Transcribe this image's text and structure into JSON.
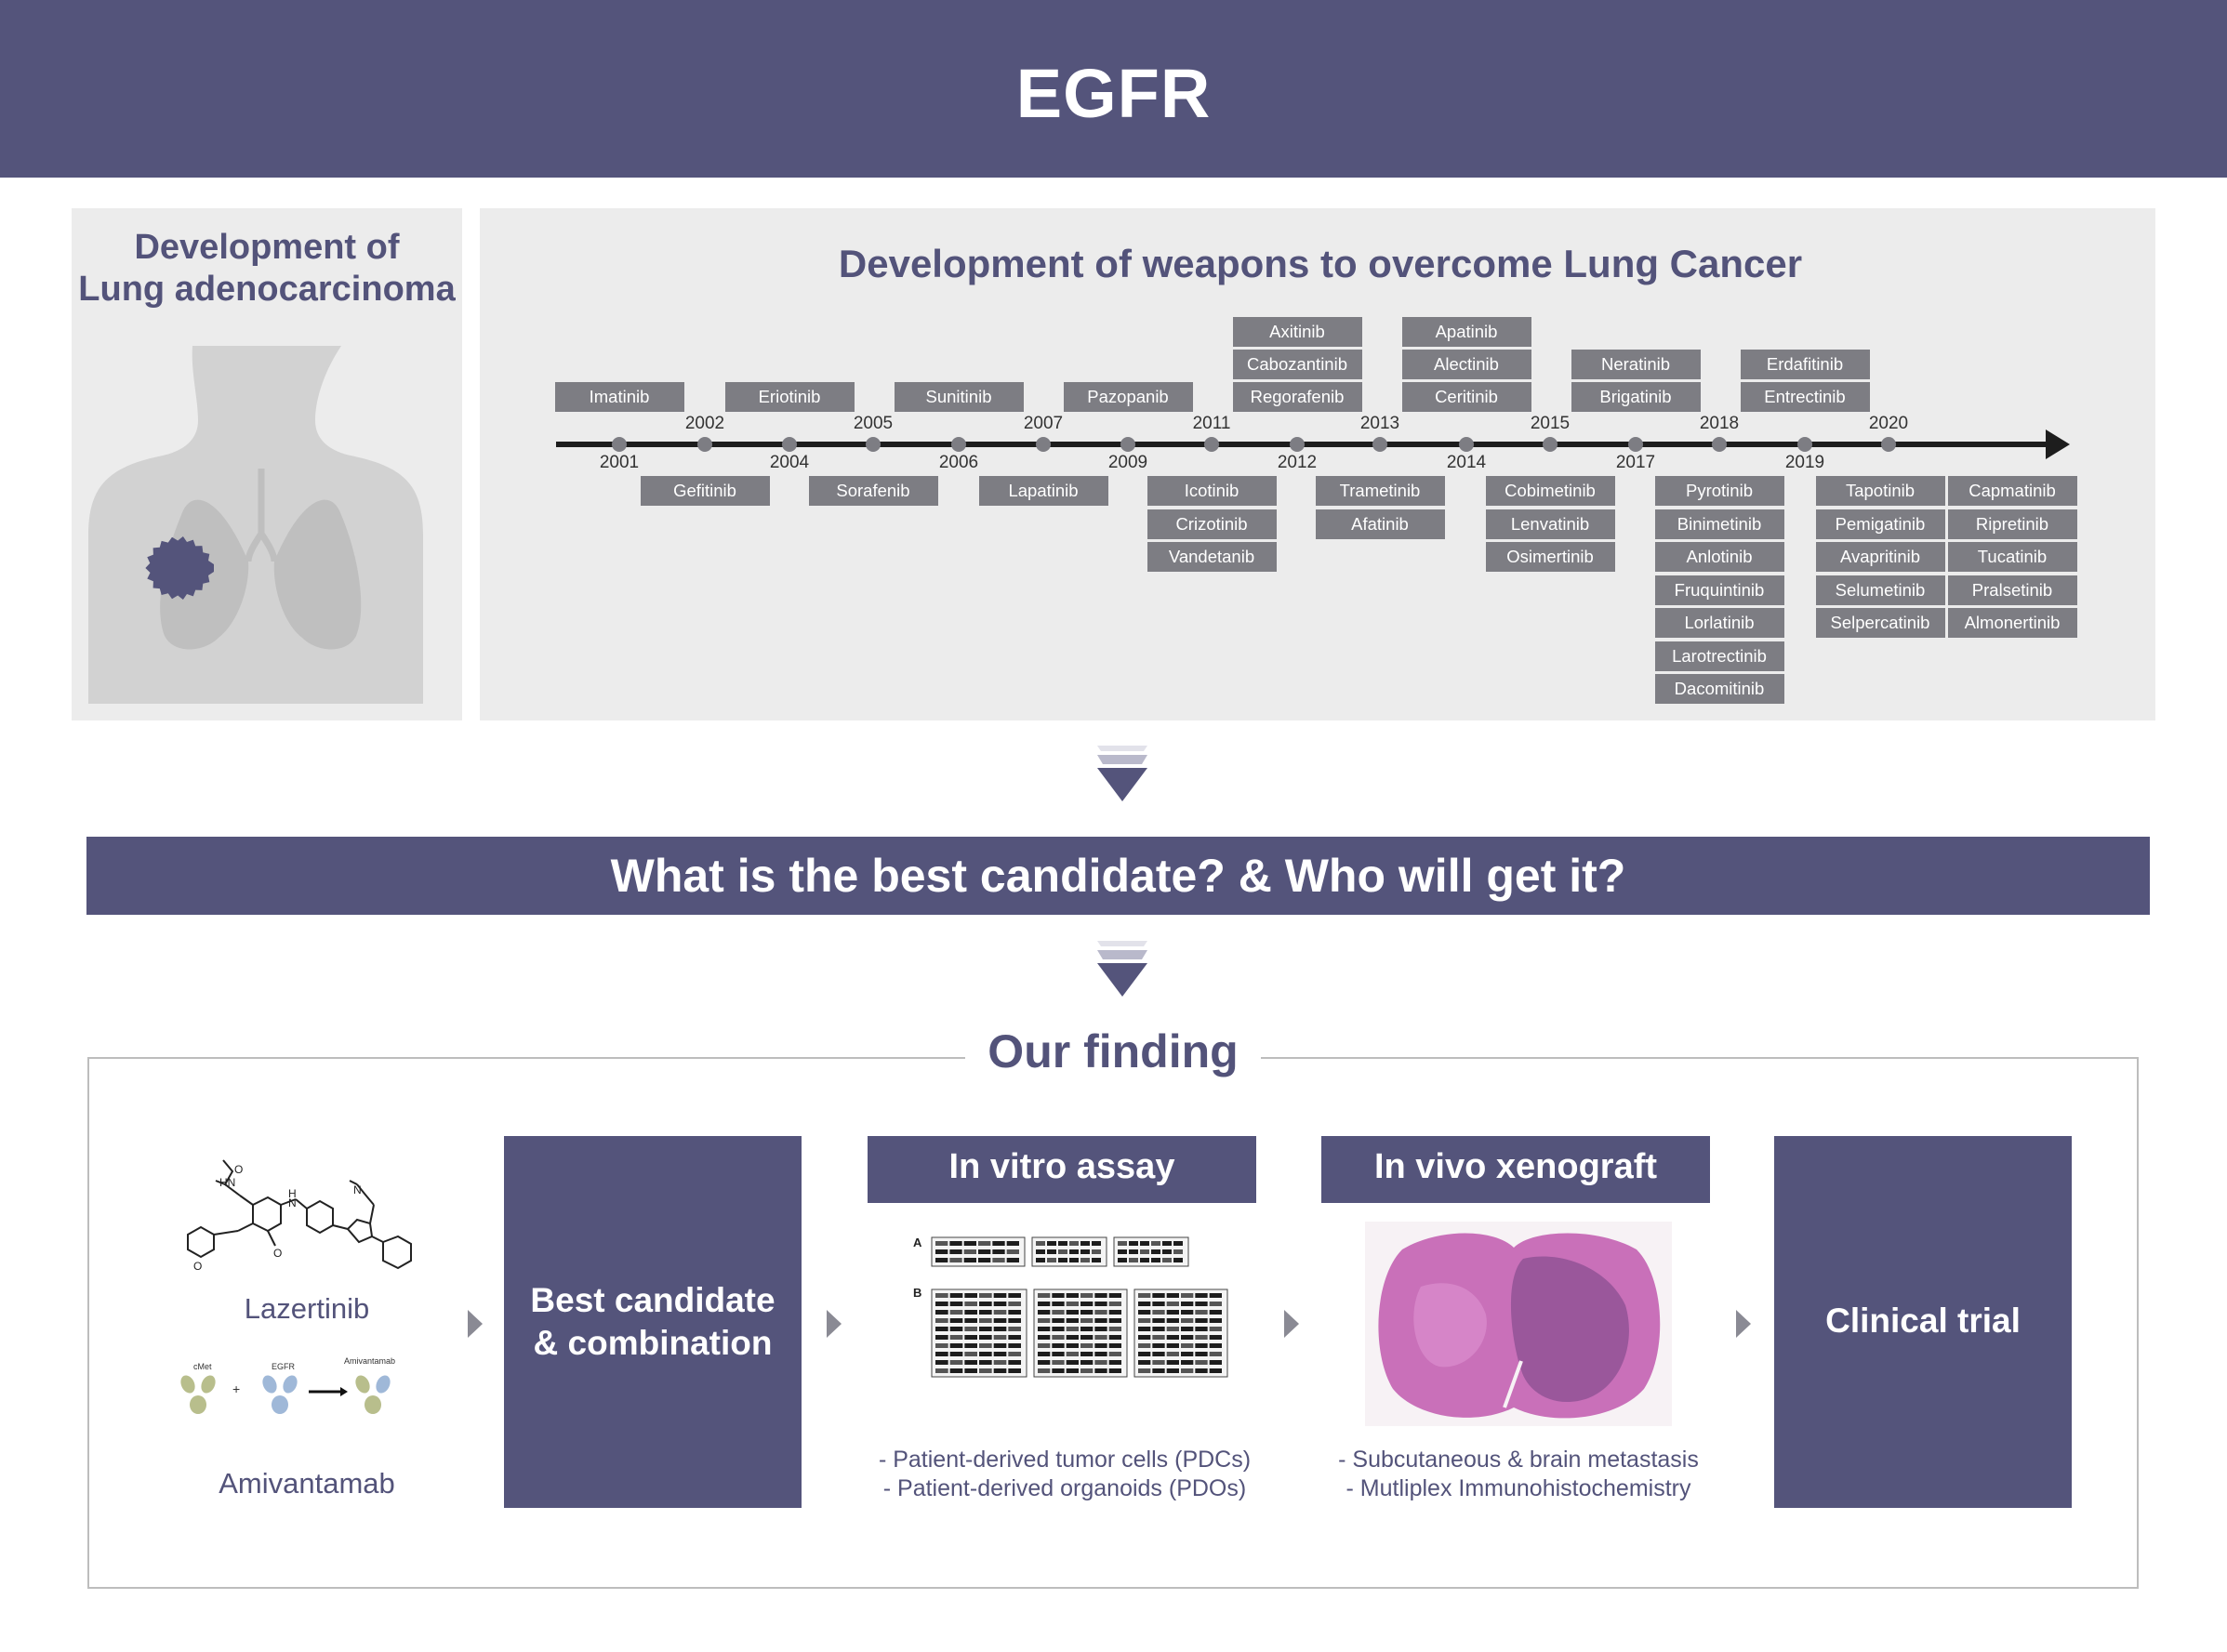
{
  "header": {
    "title": "EGFR"
  },
  "left_panel": {
    "title_line1": "Development of",
    "title_line2": "Lung adenocarcinoma"
  },
  "timeline": {
    "title": "Development of weapons to overcome Lung Cancer",
    "years_above": [
      "2002",
      "2005",
      "2007",
      "2011",
      "2013",
      "2015",
      "2018",
      "2020"
    ],
    "years_below": [
      "2001",
      "2004",
      "2006",
      "2009",
      "2012",
      "2014",
      "2017",
      "2019"
    ],
    "drugs_above": [
      [
        "Imatinib"
      ],
      [
        "Eriotinib"
      ],
      [
        "Sunitinib"
      ],
      [
        "Pazopanib"
      ],
      [
        "Axitinib",
        "Cabozantinib",
        "Regorafenib"
      ],
      [
        "Apatinib",
        "Alectinib",
        "Ceritinib"
      ],
      [
        "Neratinib",
        "Brigatinib"
      ],
      [
        "Erdafitinib",
        "Entrectinib"
      ]
    ],
    "drugs_below": [
      [
        "Gefitinib"
      ],
      [
        "Sorafenib"
      ],
      [
        "Lapatinib"
      ],
      [
        "Icotinib",
        "Crizotinib",
        "Vandetanib"
      ],
      [
        "Trametinib",
        "Afatinib"
      ],
      [
        "Cobimetinib",
        "Lenvatinib",
        "Osimertinib"
      ],
      [
        "Pyrotinib",
        "Binimetinib",
        "Anlotinib",
        "Fruquintinib",
        "Lorlatinib",
        "Larotrectinib",
        "Dacomitinib"
      ],
      [
        "Tapotinib",
        "Pemigatinib",
        "Avapritinib",
        "Selumetinib",
        "Selpercatinib"
      ],
      [
        "Capmatinib",
        "Ripretinib",
        "Tucatinib",
        "Pralsetinib",
        "Almonertinib"
      ]
    ]
  },
  "banner": {
    "text": "What is the best candidate? & Who will get it?"
  },
  "finding": {
    "title": "Our finding",
    "drug1": "Lazertinib",
    "drug2": "Amivantamab",
    "antibody_labels": {
      "cmet": "cMet",
      "egfr": "EGFR",
      "amivantamab": "Amivantamab"
    },
    "best_line1": "Best candidate",
    "best_line2": "& combination",
    "invitro_title": "In vitro assay",
    "invitro_note1": "- Patient-derived tumor cells (PDCs)",
    "invitro_note2": "- Patient-derived organoids (PDOs)",
    "invivo_title": "In vivo xenograft",
    "invivo_note1": "- Subcutaneous & brain metastasis",
    "invivo_note2": "- Mutliplex Immunohistochemistry",
    "clinical": "Clinical trial",
    "blot_labels": {
      "a": "A",
      "b": "B"
    }
  },
  "colors": {
    "primary": "#54547b",
    "drug_box": "#7d7d83",
    "panel_bg": "#ececec"
  }
}
